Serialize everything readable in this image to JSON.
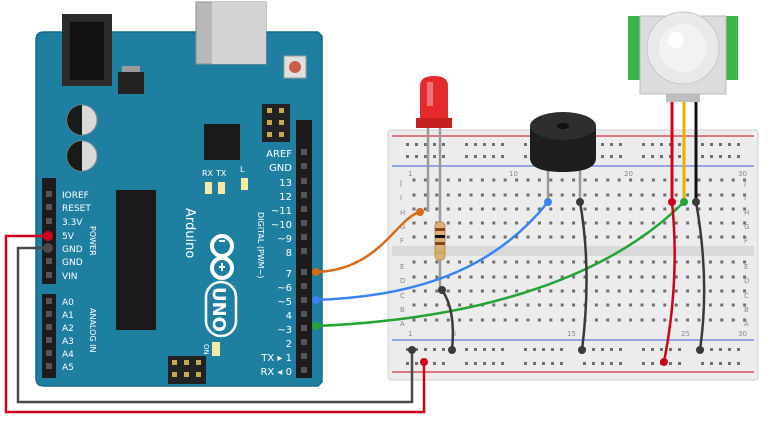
{
  "arduino": {
    "brand": "Arduino",
    "model": "UNO",
    "on_label": "ON",
    "digital_label": "DIGITAL (PWM~)",
    "power_label": "POWER",
    "analog_label": "ANALOG IN",
    "led_labels": [
      "RX",
      "TX",
      "L"
    ],
    "aref": "AREF",
    "gnd_top": "GND",
    "digital_pins": [
      "13",
      "12",
      "~11",
      "~10",
      "~9",
      "8",
      "7",
      "~6",
      "~5",
      "4",
      "~3",
      "2",
      "TX ▸ 1",
      "RX ◂ 0"
    ],
    "power_pins": [
      "IOREF",
      "RESET",
      "3.3V",
      "5V",
      "GND",
      "GND",
      "VIN"
    ],
    "analog_pins": [
      "A0",
      "A1",
      "A2",
      "A3",
      "A4",
      "A5"
    ]
  },
  "breadboard": {
    "row_letters_top": [
      "J",
      "I",
      "H",
      "G",
      "F"
    ],
    "row_letters_bottom": [
      "E",
      "D",
      "C",
      "B",
      "A"
    ],
    "column_numbers_top": [
      "1",
      "10",
      "20",
      "30"
    ],
    "column_numbers_bottom": [
      "1",
      "5",
      "15",
      "25",
      "30"
    ]
  },
  "colors": {
    "board": "#1f7fa0",
    "wire_red": "#d0021b",
    "wire_gray": "#4a4a4a",
    "wire_orange": "#d96a1a",
    "wire_blue": "#3b82f6",
    "wire_green": "#24a336",
    "led": "#e32b2b",
    "pir_frame": "#3ab54a"
  }
}
